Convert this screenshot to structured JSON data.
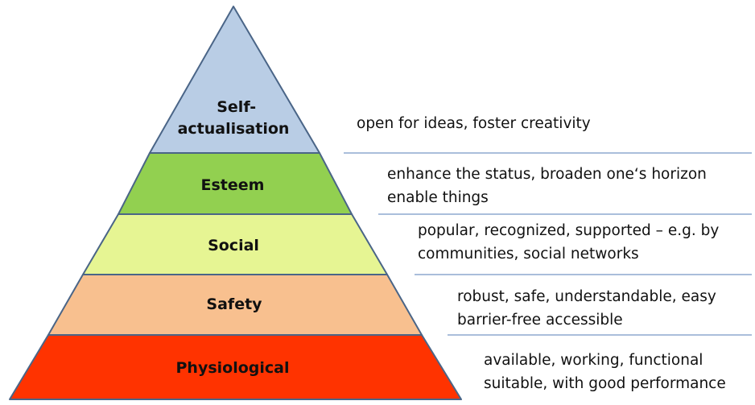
{
  "pyramid": {
    "levels": [
      {
        "name": "self-actualisation",
        "label_lines": [
          "Self-",
          "actualisation"
        ],
        "color": "#B9CDE5",
        "description": [
          "open for ideas, foster creativity"
        ]
      },
      {
        "name": "esteem",
        "label_lines": [
          "Esteem"
        ],
        "color": "#92D050",
        "description": [
          "enhance the status, broaden one‘s horizon",
          "enable things"
        ]
      },
      {
        "name": "social",
        "label_lines": [
          "Social"
        ],
        "color": "#E6F593",
        "description": [
          "popular, recognized, supported – e.g. by",
          "communities, social networks"
        ]
      },
      {
        "name": "safety",
        "label_lines": [
          "Safety"
        ],
        "color": "#F8C08F",
        "description": [
          "robust, safe, understandable, easy",
          "barrier-free accessible"
        ]
      },
      {
        "name": "physiological",
        "label_lines": [
          "Physiological"
        ],
        "color": "#FF3300",
        "description": [
          "available, working, functional",
          "suitable, with good performance"
        ]
      }
    ],
    "outline_color": "#4A6587",
    "separator_color": "#8EA9CF"
  }
}
